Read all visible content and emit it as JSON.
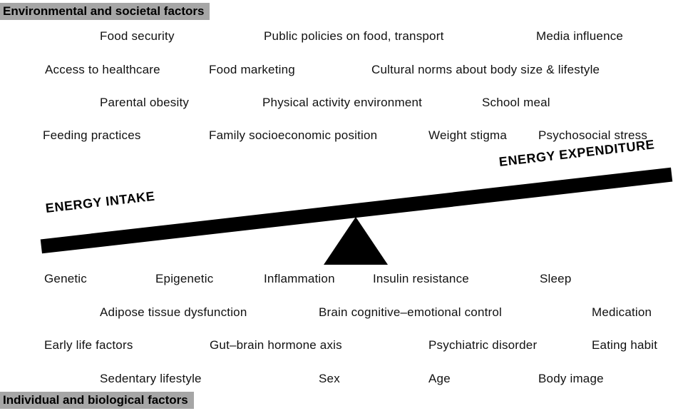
{
  "top_banner": {
    "label": "Environmental and societal factors"
  },
  "bottom_banner": {
    "label": "Individual and biological factors"
  },
  "beam": {
    "left_label": "ENERGY INTAKE",
    "right_label": "ENERGY EXPENDITURE"
  },
  "colors": {
    "banner_bg": "#a6a6a6",
    "beam": "#000000",
    "text": "#111111",
    "background": "#ffffff"
  },
  "environmental_factors": [
    [
      "Food security",
      "Public policies on food, transport",
      "Media influence"
    ],
    [
      "Access to healthcare",
      "Food marketing",
      "Cultural norms about body size & lifestyle"
    ],
    [
      "Parental obesity",
      "Physical activity environment",
      "School meal"
    ],
    [
      "Feeding practices",
      "Family socioeconomic position",
      "Weight stigma",
      "Psychosocial stress"
    ]
  ],
  "individual_factors": [
    [
      "Genetic",
      "Epigenetic",
      "Inflammation",
      "Insulin resistance",
      "Sleep"
    ],
    [
      "Adipose tissue dysfunction",
      "Brain cognitive–emotional control",
      "Medication"
    ],
    [
      "Early life factors",
      "Gut–brain hormone axis",
      "Psychiatric disorder",
      "Eating habit"
    ],
    [
      "Sedentary lifestyle",
      "Sex",
      "Age",
      "Body image"
    ]
  ]
}
